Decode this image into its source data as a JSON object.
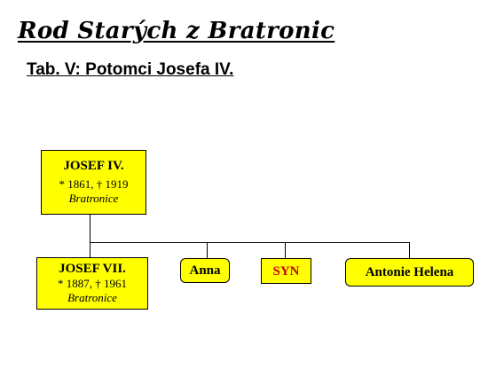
{
  "title": "Rod Starých z Bratronic",
  "subtitle": "Tab. V: Potomci Josefa IV.",
  "colors": {
    "box_fill": "#ffff00",
    "unknown_name": "#cc0000"
  },
  "parent": {
    "name": "JOSEF IV.",
    "dates": "* 1861, † 1919",
    "place": "Bratronice"
  },
  "children": [
    {
      "name": "JOSEF VII.",
      "dates": "* 1887, † 1961",
      "place": "Bratronice"
    },
    {
      "name": "Anna"
    },
    {
      "name": "SYN"
    },
    {
      "name": "Antonie Helena"
    }
  ]
}
